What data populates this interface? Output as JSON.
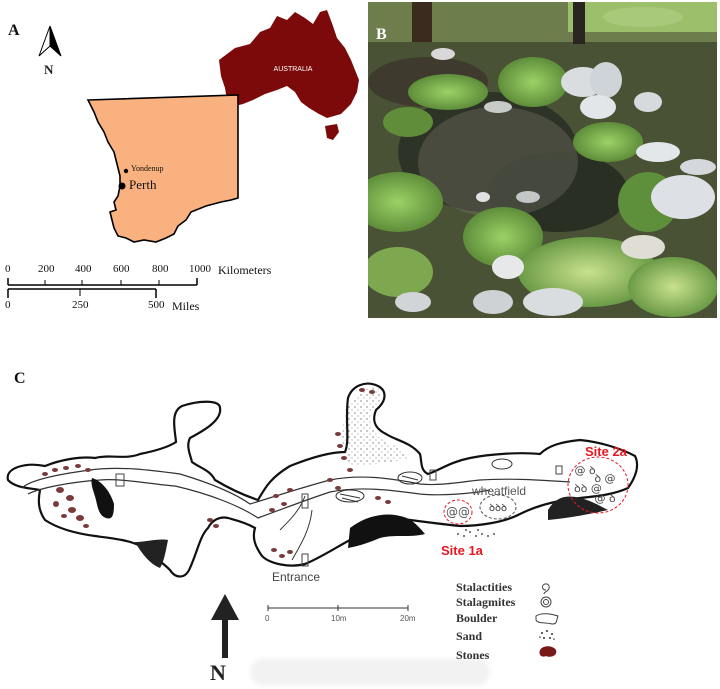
{
  "panel_a": {
    "label": "A",
    "north_label": "N",
    "country_label": "AUSTRALIA",
    "places": [
      {
        "name": "Yondenup",
        "type": "small-dot"
      },
      {
        "name": "Perth",
        "type": "large-dot"
      }
    ],
    "colors": {
      "state_fill": "#f9b17f",
      "country_fill": "#7d0a0a"
    },
    "scale_km": {
      "ticks": [
        "0",
        "200",
        "400",
        "600",
        "800",
        "1000"
      ],
      "unit": "Kilometers"
    },
    "scale_miles": {
      "ticks": [
        "0",
        "250",
        "500"
      ],
      "unit": "Miles"
    }
  },
  "panel_b": {
    "label": "B",
    "description": "Photograph of rocky limestone ground with low green vegetation"
  },
  "panel_c": {
    "label": "C",
    "entrance_label": "Entrance",
    "feature_label": "wheatfield",
    "sites": [
      {
        "name": "Site 1a",
        "color": "#e8161e"
      },
      {
        "name": "Site 2a",
        "color": "#e8161e"
      }
    ],
    "scale": {
      "ticks": [
        "0",
        "10m",
        "20m"
      ]
    },
    "north_label": "N",
    "legend": [
      {
        "label": "Stalactities",
        "symbol": "stalactite-icon"
      },
      {
        "label": "Stalagmites",
        "symbol": "stalagmite-icon"
      },
      {
        "label": "Boulder",
        "symbol": "boulder-icon"
      },
      {
        "label": "Sand",
        "symbol": "sand-icon"
      },
      {
        "label": "Stones",
        "symbol": "stones-icon"
      }
    ],
    "colors": {
      "stones": "#7a3a3a",
      "site_circle": "#e8161e"
    }
  }
}
